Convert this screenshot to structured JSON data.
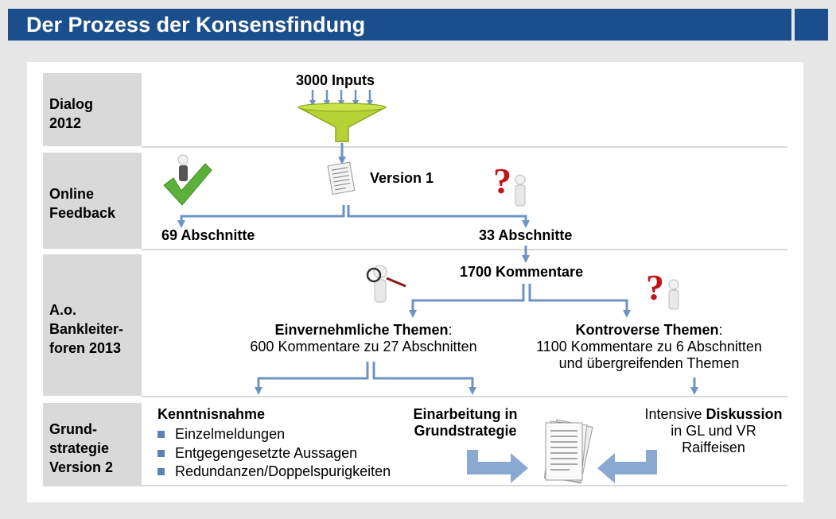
{
  "title": "Der Prozess der Konsensfindung",
  "rows": {
    "dialog": [
      "Dialog",
      "2012"
    ],
    "online": [
      "Online",
      "Feedback"
    ],
    "foren": [
      "A.o.",
      "Bankleiter-",
      "foren 2013"
    ],
    "grund": [
      "Grund-",
      "strategie",
      "Version 2"
    ]
  },
  "inputs": "3000 Inputs",
  "version1": "Version 1",
  "left_sections": "69 Abschnitte",
  "right_sections": "33 Abschnitte",
  "comments": "1700 Kommentare",
  "consensus": {
    "title": "Einvernehmliche Themen",
    "colon": ":",
    "detail": "600 Kommentare zu 27 Abschnitten"
  },
  "controversial": {
    "title": "Kontroverse Themen",
    "colon": ":",
    "detail1": "1100 Kommentare zu 6 Abschnitten",
    "detail2": "und übergreifenden Themen"
  },
  "acknowledge": {
    "title": "Kenntnisnahme",
    "items": [
      "Einzelmeldungen",
      "Entgegengesetzte Aussagen",
      "Redundanzen/Doppelspurigkeiten"
    ]
  },
  "incorporate": [
    "Einarbeitung in",
    "Grundstrategie"
  ],
  "discussion": {
    "pre": "Intensive ",
    "bold": "Diskussion",
    "line2": "in GL und VR",
    "line3": "Raiffeisen"
  },
  "colors": {
    "header": "#1b4e8c",
    "arrow": "#6d93c5",
    "funnel": "#b5d334",
    "label_bg": "#d9d9d9",
    "check": "#5bb13a",
    "question": "#c0141a"
  }
}
